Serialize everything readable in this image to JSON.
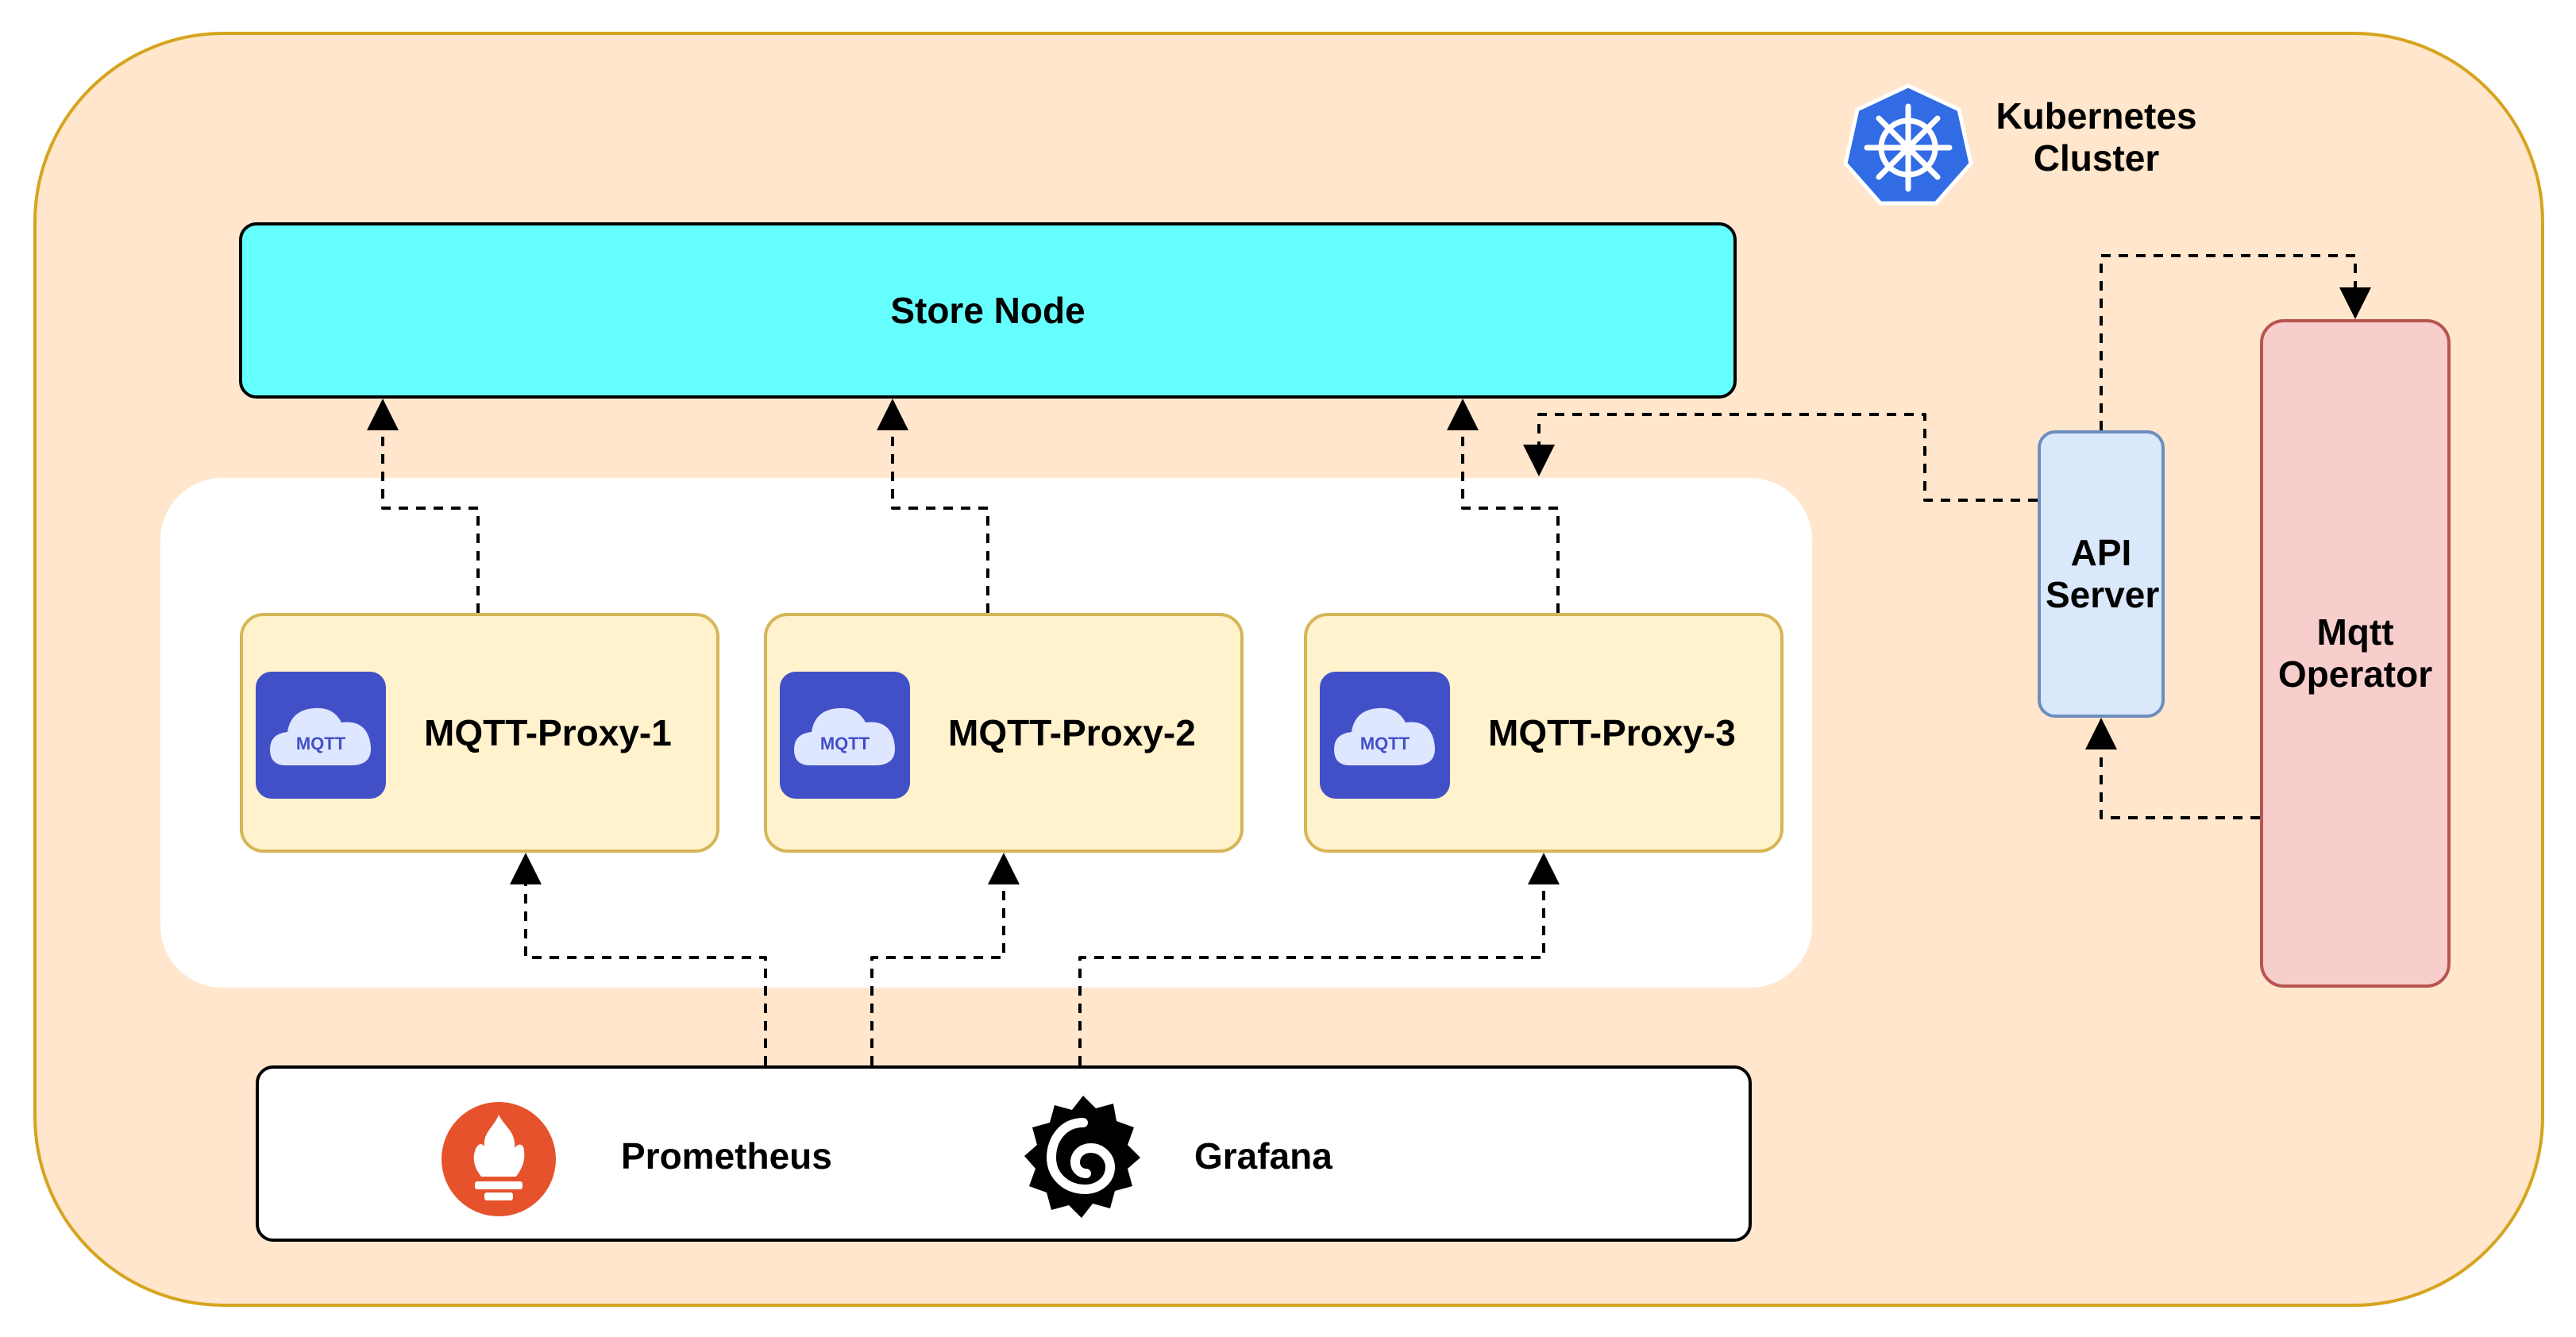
{
  "cluster": {
    "label": "Kubernetes Cluster",
    "icon": "kubernetes-helm-icon",
    "fill": "#ffe6cc",
    "border": "#d6a41e"
  },
  "store": {
    "label": "Store Node",
    "fill": "#66ffff"
  },
  "proxies": [
    {
      "label": "MQTT-Proxy-1",
      "icon_text": "MQTT"
    },
    {
      "label": "MQTT-Proxy-2",
      "icon_text": "MQTT"
    },
    {
      "label": "MQTT-Proxy-3",
      "icon_text": "MQTT"
    }
  ],
  "monitoring": {
    "prometheus": {
      "label": "Prometheus",
      "icon": "prometheus-icon",
      "color": "#e6522c"
    },
    "grafana": {
      "label": "Grafana",
      "icon": "grafana-icon",
      "color": "#000000"
    }
  },
  "api_server": {
    "label": "API Server",
    "fill": "#dae8fc",
    "border": "#6c8ebf"
  },
  "operator": {
    "label": "Mqtt Operator",
    "fill": "#f8cecc",
    "border": "#b85450"
  }
}
